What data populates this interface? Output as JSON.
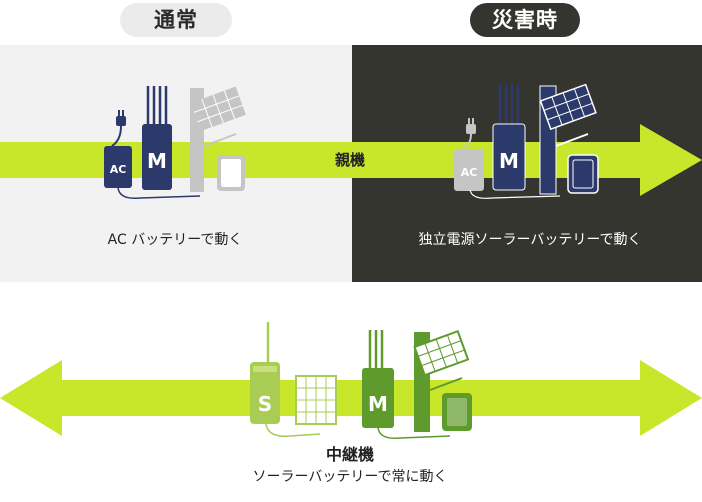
{
  "tags": {
    "normal": "通常",
    "disaster": "災害時"
  },
  "center_label": "親機",
  "captions": {
    "normal": "AC バッテリーで動く",
    "disaster": "独立電源ソーラーバッテリーで動く"
  },
  "relay": {
    "title": "中継機",
    "subtitle": "ソーラーバッテリーで常に動く"
  },
  "device_labels": {
    "ac": "AC",
    "m": "M",
    "s": "S"
  },
  "colors": {
    "arrow": "#c8e62a",
    "navy": "#2b3a6b",
    "green": "#5f9a2c",
    "light_green": "#a9cc55",
    "panel_light": "#f2f2f2",
    "panel_dark": "#35352f",
    "gray_device": "#c5c5c5"
  }
}
